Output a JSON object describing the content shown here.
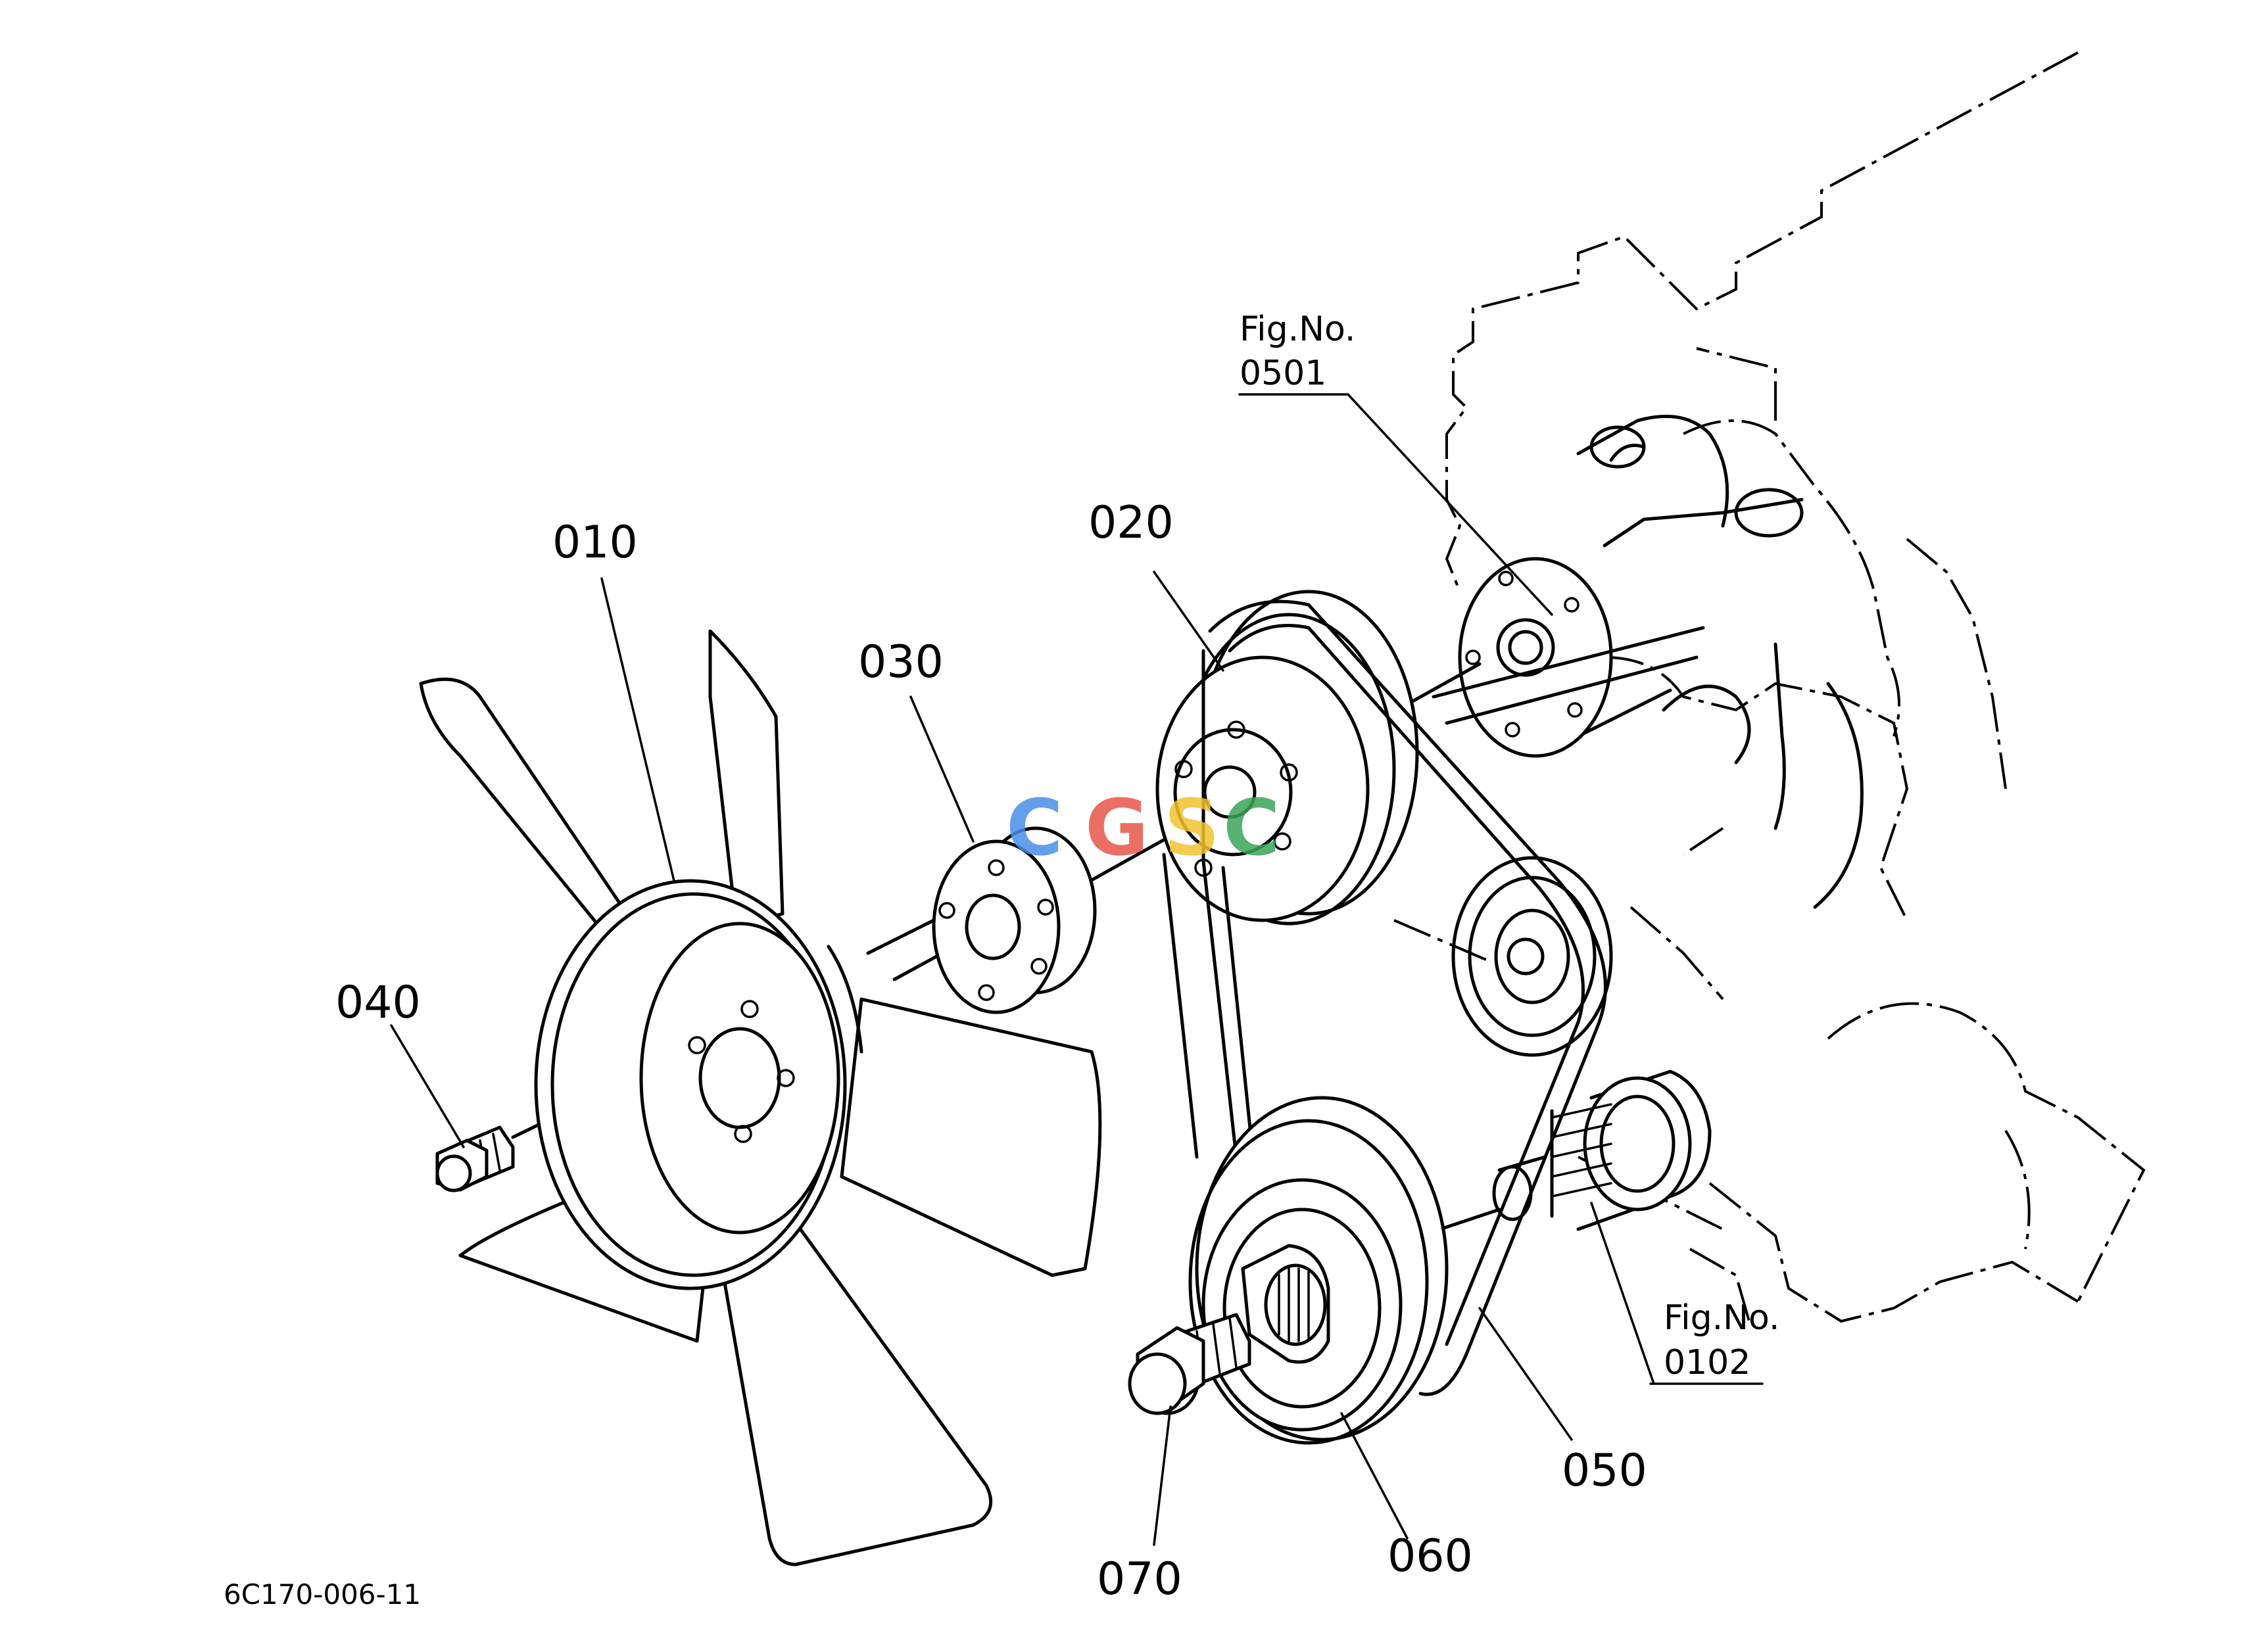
{
  "figure_code": "6C170-006-11",
  "callouts": [
    "010",
    "020",
    "030",
    "040",
    "050",
    "060",
    "070"
  ],
  "fig_refs": [
    {
      "label": "Fig.No.",
      "number": "0501"
    },
    {
      "label": "Fig.No.",
      "number": "0102"
    }
  ],
  "watermark": {
    "letters": [
      "C",
      "G",
      "S",
      "C"
    ],
    "colors": [
      "#4a8fe8",
      "#e8554a",
      "#f2c230",
      "#3aa55a"
    ]
  }
}
